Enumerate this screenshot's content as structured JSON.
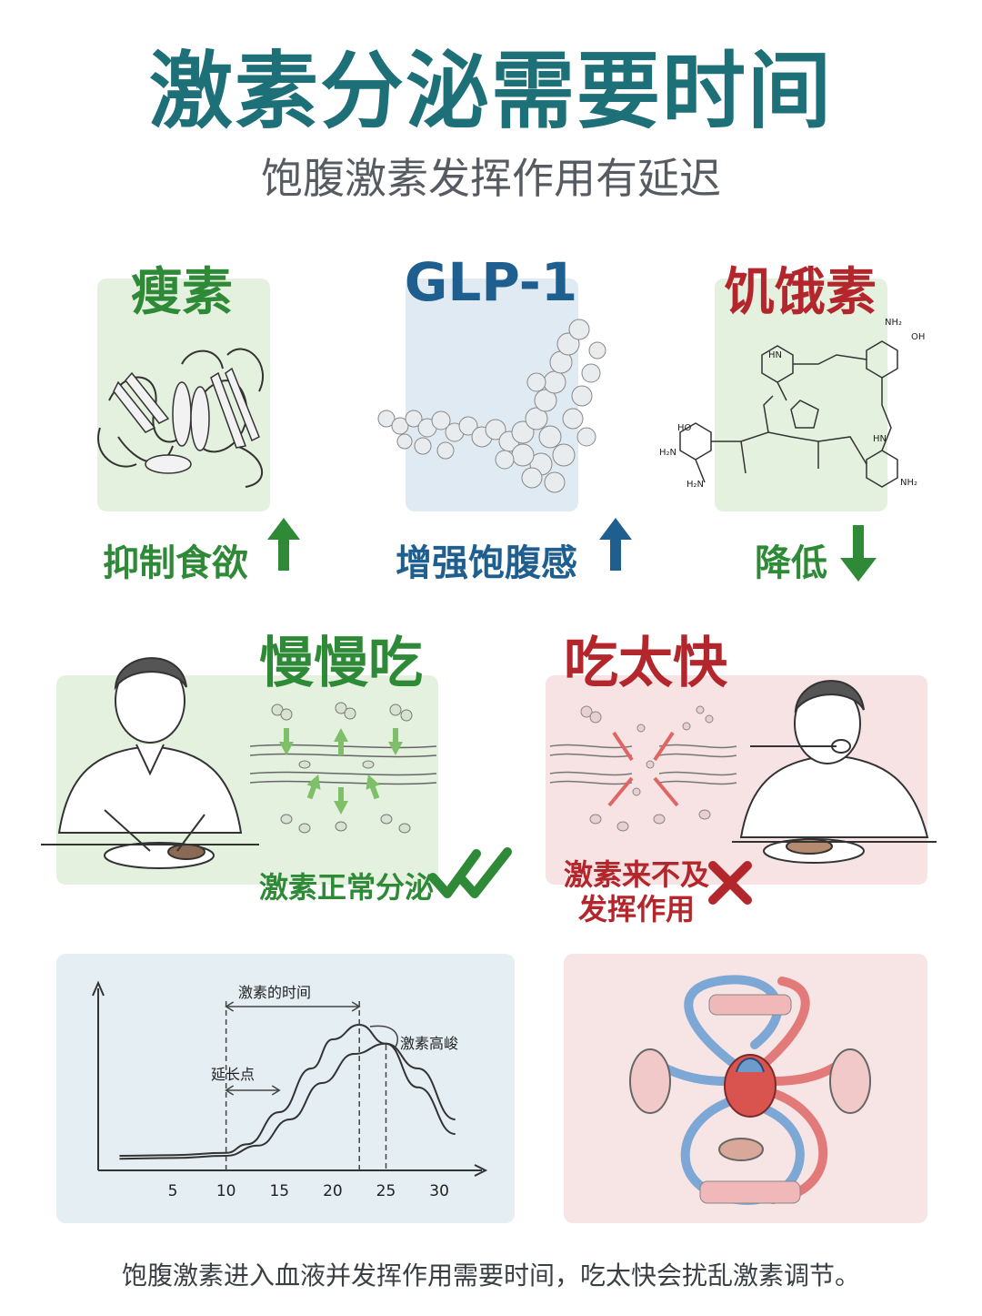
{
  "header": {
    "title": "激素分泌需要时间",
    "subtitle": "饱腹激素发挥作用有延迟"
  },
  "hormones": [
    {
      "name": "瘦素",
      "effect": "抑制食欲",
      "direction": "up",
      "color": "#2e8a36"
    },
    {
      "name": "GLP-1",
      "effect": "增强饱腹感",
      "direction": "up",
      "color": "#1f5f8f"
    },
    {
      "name": "饥饿素",
      "effect": "降低",
      "direction": "down",
      "color": "#b3262c"
    }
  ],
  "eating": {
    "slow": {
      "title": "慢慢吃",
      "result": "激素正常分泌",
      "mark": "check",
      "color": "#2e8a36"
    },
    "fast": {
      "title": "吃太快",
      "result_line1": "激素来不及",
      "result_line2": "发挥作用",
      "mark": "cross",
      "color": "#b3262c"
    }
  },
  "chart_data": {
    "type": "line",
    "xticks": [
      "5",
      "10",
      "15",
      "20",
      "25",
      "30"
    ],
    "annotations": {
      "time": "激素的时间",
      "delay": "延长点",
      "peak": "激素高峻"
    },
    "series": [
      {
        "x": [
          0,
          5,
          10,
          12,
          15,
          18,
          20,
          22.5,
          25,
          28,
          31.5
        ],
        "y": [
          0.05,
          0.055,
          0.07,
          0.13,
          0.35,
          0.65,
          0.85,
          0.95,
          0.82,
          0.52,
          0.2
        ]
      },
      {
        "x": [
          0,
          5,
          10,
          13,
          16,
          19,
          22,
          25,
          28,
          31.5
        ],
        "y": [
          0.03,
          0.035,
          0.05,
          0.12,
          0.3,
          0.55,
          0.75,
          0.82,
          0.65,
          0.3
        ]
      }
    ],
    "xlim": [
      -2,
      34
    ]
  },
  "footer": {
    "caption": "饱腹激素进入血液并发挥作用需要时间，吃太快会扰乱激素调节。"
  }
}
